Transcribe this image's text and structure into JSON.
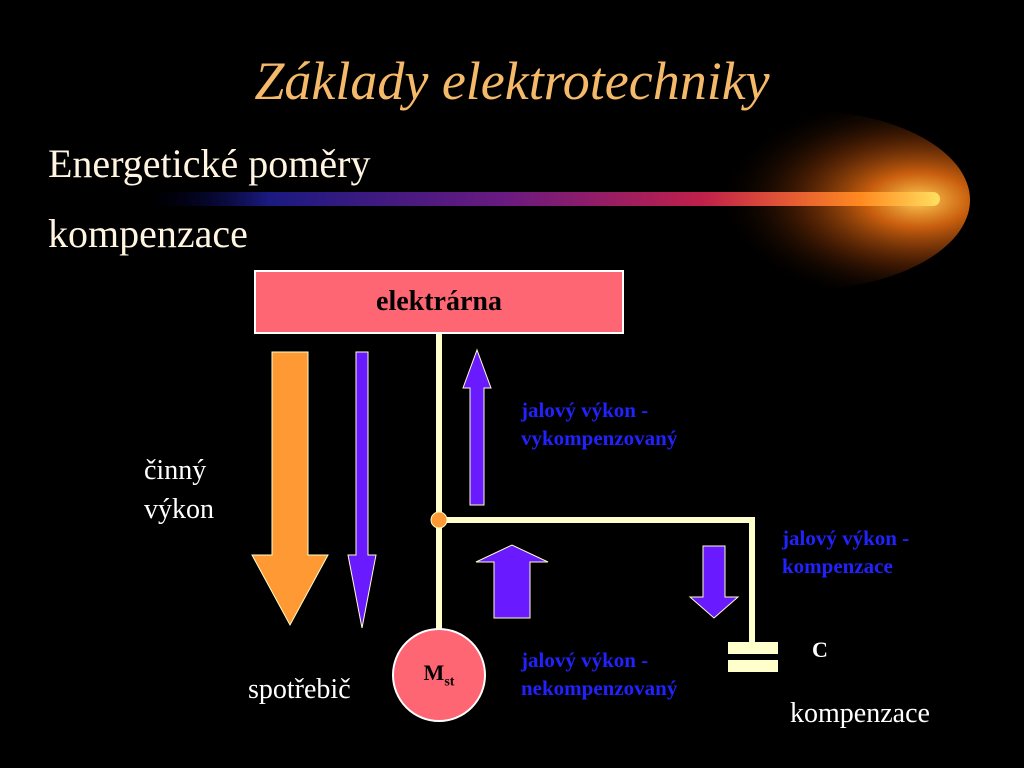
{
  "title": "Základy elektrotechniky",
  "subtitle_1": "Energetické poměry",
  "subtitle_2": "kompenzace",
  "nodes": {
    "power_plant": "elektrárna",
    "motor_main": "M",
    "motor_sub": "st",
    "capacitor": "C"
  },
  "labels": {
    "active_power_1": "činný",
    "active_power_2": "výkon",
    "consumer": "spotřebič",
    "compensation": "kompenzace",
    "reactive_compensated_1": "jalový výkon -",
    "reactive_compensated_2": "vykompenzovaný",
    "reactive_compensation_1": "jalový výkon -",
    "reactive_compensation_2": "kompenzace",
    "reactive_uncompensated_1": "jalový výkon -",
    "reactive_uncompensated_2": "nekompenzovaný"
  },
  "colors": {
    "background": "#000000",
    "title": "#f5b96a",
    "box_fill": "#ff6673",
    "active_arrow": "#ff9933",
    "reactive_arrow": "#6a1aff",
    "wire": "#ffffcc",
    "label_blue": "#2222ff",
    "junction": "#ff9933"
  }
}
